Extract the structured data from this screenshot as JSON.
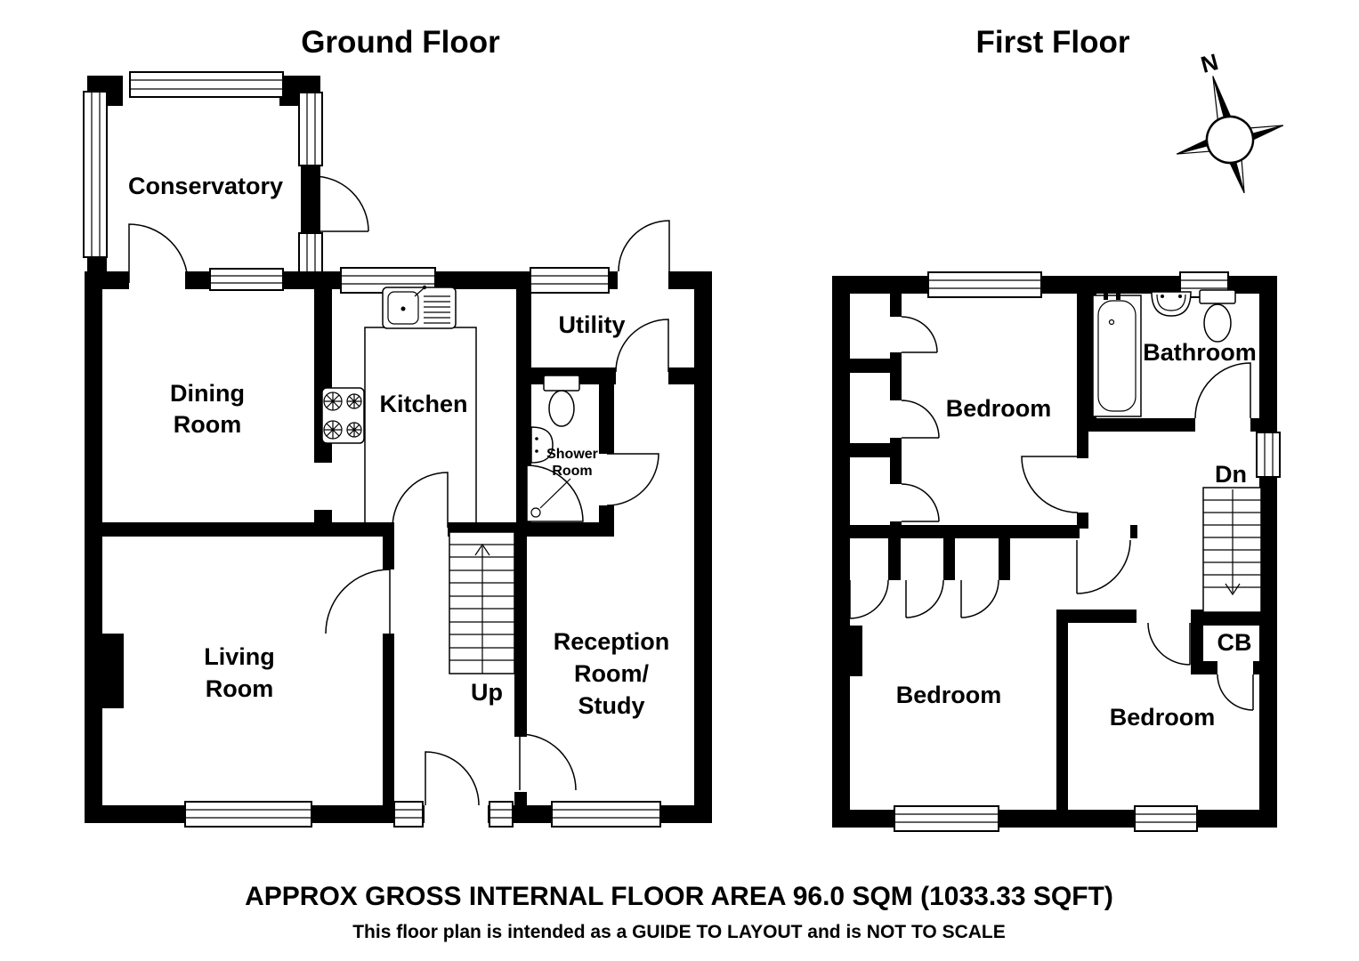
{
  "ground_floor": {
    "title": "Ground Floor",
    "rooms": {
      "conservatory": "Conservatory",
      "dining_1": "Dining",
      "dining_2": "Room",
      "kitchen": "Kitchen",
      "utility": "Utility",
      "shower_1": "Shower",
      "shower_2": "Room",
      "reception_1": "Reception",
      "reception_2": "Room/",
      "reception_3": "Study",
      "living_1": "Living",
      "living_2": "Room",
      "stairs_direction": "Up"
    }
  },
  "first_floor": {
    "title": "First Floor",
    "rooms": {
      "bedroom_front": "Bedroom",
      "bathroom": "Bathroom",
      "stairs_direction": "Dn",
      "cupboard": "CB",
      "bedroom_back_left": "Bedroom",
      "bedroom_back_right": "Bedroom"
    }
  },
  "compass": {
    "north": "N"
  },
  "footer": {
    "line1": "APPROX GROSS INTERNAL FLOOR AREA  96.0 SQM (1033.33  SQFT)",
    "line2": "This floor plan is intended as a GUIDE TO LAYOUT and is NOT TO SCALE"
  },
  "colors": {
    "ink": "#000000",
    "paper": "#ffffff"
  }
}
